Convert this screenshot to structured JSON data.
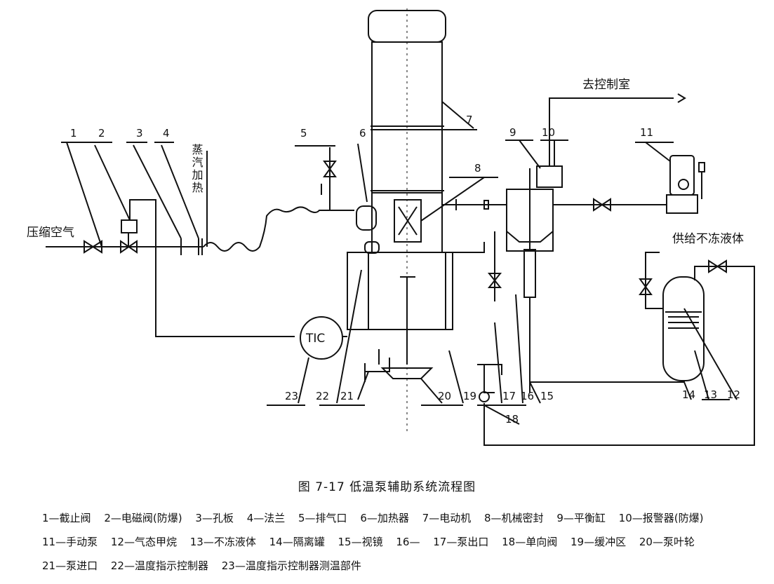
{
  "labels": {
    "compressed_air": "压缩空气",
    "steam_heating": "蒸汽加热",
    "to_control_room": "去控制室",
    "supply_antifreeze": "供给不冻液体",
    "tic": "TIC"
  },
  "callouts": [
    "1",
    "2",
    "3",
    "4",
    "5",
    "6",
    "7",
    "8",
    "9",
    "10",
    "11",
    "12",
    "13",
    "14",
    "15",
    "16",
    "17",
    "18",
    "19",
    "20",
    "21",
    "22",
    "23"
  ],
  "caption": "图 7-17   低温泵辅助系统流程图",
  "legend": [
    "1—截止阀",
    "2—电磁阀(防爆)",
    "3—孔板",
    "4—法兰",
    "5—排气口",
    "6—加热器",
    "7—电动机",
    "8—机械密封",
    "9—平衡缸",
    "10—报警器(防爆)",
    "11—手动泵",
    "12—气态甲烷",
    "13—不冻液体",
    "14—隔离罐",
    "15—视镜",
    "16—",
    "17—泵出口",
    "18—单向阀",
    "19—缓冲区",
    "20—泵叶轮",
    "21—泵进口",
    "22—温度指示控制器",
    "23—温度指示控制器测温部件"
  ]
}
